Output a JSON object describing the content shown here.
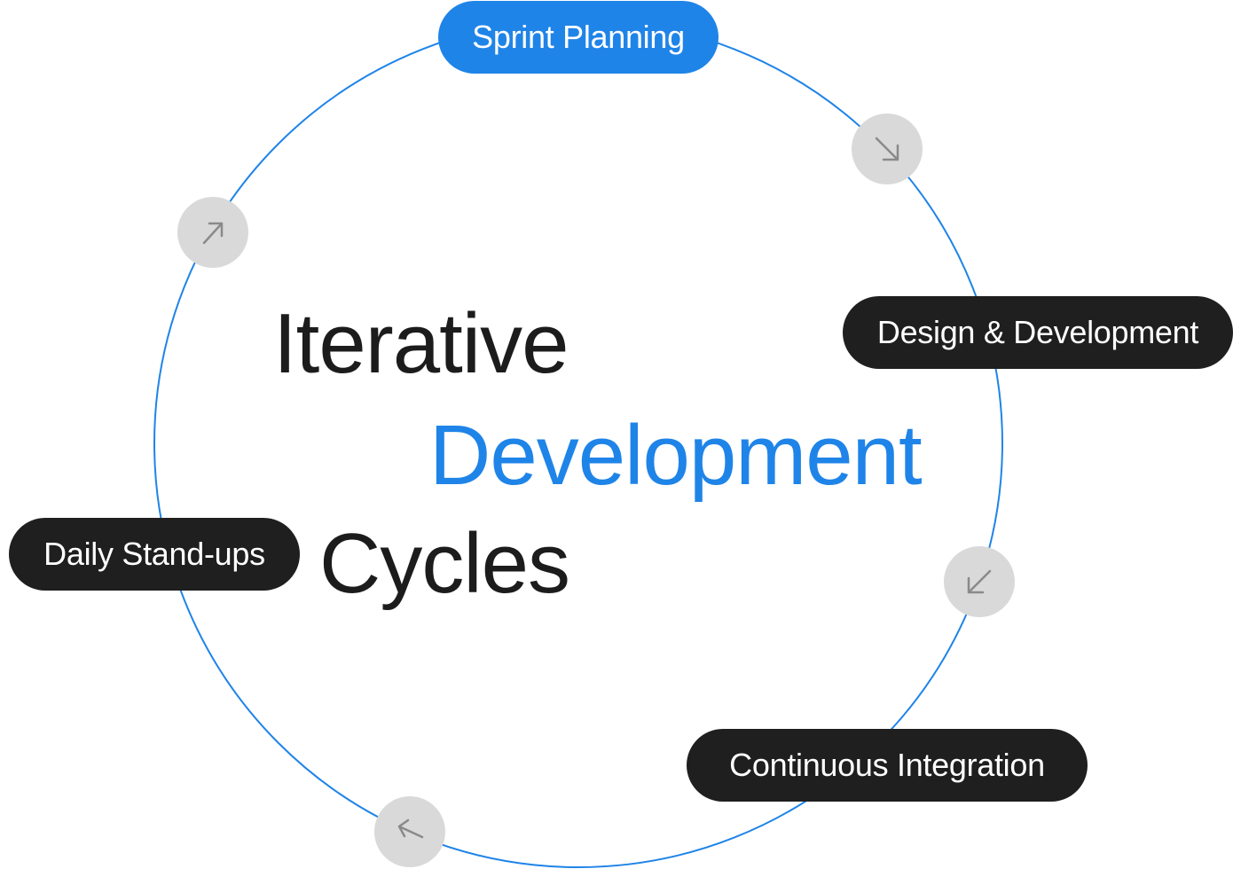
{
  "colors": {
    "accent": "#1f84e8",
    "dark_pill": "#1f1f1f",
    "text_dark": "#1c1c1c",
    "ring": "#1f84e8",
    "arrow_bg": "#d9d9d9",
    "arrow_stroke": "#8a8a8a"
  },
  "title": {
    "line1": "Iterative",
    "line2": "Development",
    "line3": "Cycles"
  },
  "stages": {
    "sprint_planning": "Sprint Planning",
    "design_development": "Design & Development",
    "continuous_integration": "Continuous Integration",
    "daily_standups": "Daily Stand-ups"
  },
  "connectors": {
    "after_planning": "arrow-down-right-icon",
    "after_design": "arrow-down-left-icon",
    "after_integration": "arrow-left-icon",
    "after_standups": "arrow-up-right-icon"
  }
}
